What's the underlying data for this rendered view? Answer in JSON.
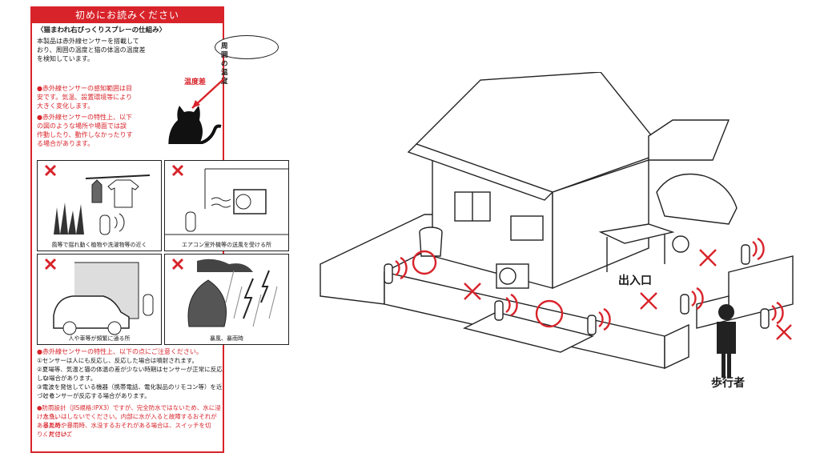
{
  "card": {
    "header": "初めにお読みください",
    "section_title": "〈猫まわれ右びっくりスプレーの仕組み〉",
    "intro": [
      "本製品は赤外線センサーを搭載して",
      "おり、周囲の温度と猫の体温の温度差",
      "を検知しています。"
    ],
    "bubble": "周囲の温度",
    "diff_label": "温度差",
    "note1": [
      "●赤外線センサーの感知範囲は目",
      "安です。気温、設置環境等により",
      "大きく変化します。"
    ],
    "note2": [
      "●赤外線センサーの特性上、以下",
      "の図のような場所や場面では誤",
      "作動したり、動作しなかったりす",
      "る場合があります。"
    ],
    "panels": [
      {
        "caption": "風等で揺れ動く植物や洗濯物等の近く"
      },
      {
        "caption": "エアコン室外機等の送風を受ける所"
      },
      {
        "caption": "人や車等が頻繁に通る所"
      },
      {
        "caption": "暴風、暴雨時"
      }
    ],
    "caution_header": "●赤外線センサーの特性上、以下の点にご注意ください。",
    "cautions": [
      "①センサーは人にも反応し、反応した場合は噴射されます。",
      "②夏場等、気温と猫の体温の差が少ない時期はセンサーが正常に反応しな",
      "　い場合があります。",
      "③電波を発信している機器（携帯電話、電化製品のリモコン等）を近づける",
      "　とセンサーが反応する場合があります。"
    ],
    "waterproof": [
      "●防雨設計（JIS規格:IPX3）ですが、完全防水ではないため、水に浸けたり、",
      "　水洗いはしないでください。内部に水が入ると故障するおそれがあるため、",
      "　暴風時や暴雨時、水没するおそれがある場合は、スイッチを切り、片付けて",
      "　ください。"
    ]
  },
  "scene": {
    "entrance_label": "出入口",
    "pedestrian_label": "歩行者"
  },
  "colors": {
    "accent": "#d8232a",
    "ink": "#1a1a1a"
  }
}
